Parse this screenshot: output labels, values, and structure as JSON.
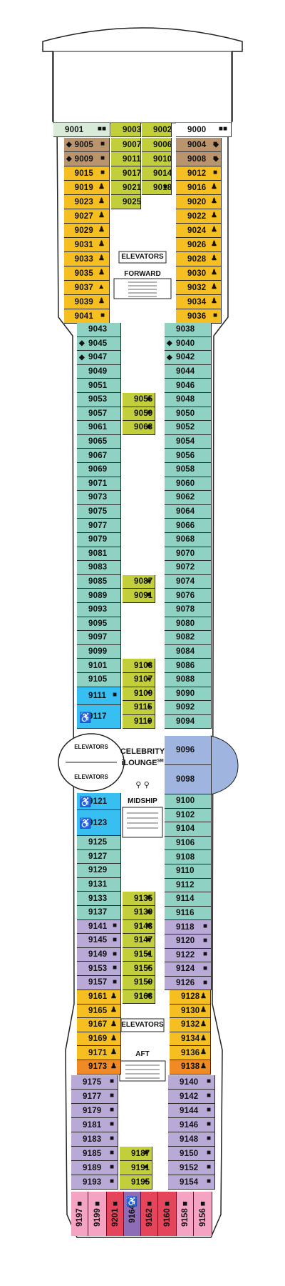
{
  "colors": {
    "teal": "#8fd2c3",
    "yellow": "#f6bf21",
    "green": "#c2cf3a",
    "brown": "#b9946c",
    "lavender": "#b8a9d6",
    "blue": "#36bff0",
    "periwinkle": "#9fb5df",
    "orange": "#ef8a25",
    "pink": "#f5a3c3",
    "red": "#e4455b",
    "purple": "#8f6db6",
    "white": "#ffffff",
    "mint": "#d7ebd8"
  },
  "labels": {
    "elevators_forward": "ELEVATORS",
    "forward": "FORWARD",
    "celebrity": "CELEBRITY",
    "ilounge": "iLOUNGE",
    "ilounge_sup": "SM",
    "elevators_mid_top": "ELEVATORS",
    "elevators_mid_bottom": "ELEVATORS",
    "midship": "MIDSHIP",
    "elevators_aft": "ELEVATORS",
    "aft": "AFT"
  },
  "cabins": {
    "top_row": [
      {
        "num": "9001",
        "color": "mint",
        "sym": "■■"
      },
      {
        "num": "9003",
        "color": "green"
      },
      {
        "num": "9002",
        "color": "green"
      },
      {
        "num": "9000",
        "color": "white",
        "sym": "■■"
      }
    ],
    "left_outer": [
      {
        "num": "9005",
        "color": "brown",
        "sym": "■",
        "diamond": true
      },
      {
        "num": "9009",
        "color": "brown",
        "sym": "■",
        "diamond": true
      },
      {
        "num": "9015",
        "color": "yellow",
        "sym": "■"
      },
      {
        "num": "9019",
        "color": "yellow",
        "sym": "♟"
      },
      {
        "num": "9023",
        "color": "yellow",
        "sym": "♟"
      },
      {
        "num": "9027",
        "color": "yellow",
        "sym": "♟"
      },
      {
        "num": "9029",
        "color": "yellow",
        "sym": "♟"
      },
      {
        "num": "9031",
        "color": "yellow",
        "sym": "♟"
      },
      {
        "num": "9033",
        "color": "yellow",
        "sym": "♟"
      },
      {
        "num": "9035",
        "color": "yellow",
        "sym": "♟"
      },
      {
        "num": "9037",
        "color": "yellow",
        "sym": "▲"
      },
      {
        "num": "9039",
        "color": "yellow",
        "sym": "♟"
      },
      {
        "num": "9041",
        "color": "yellow",
        "sym": "■"
      }
    ],
    "left_inner": [
      {
        "num": "9007",
        "color": "green"
      },
      {
        "num": "9011",
        "color": "green"
      },
      {
        "num": "9017",
        "color": "green"
      },
      {
        "num": "9021",
        "color": "green"
      },
      {
        "num": "9025",
        "color": "green"
      }
    ],
    "right_inner": [
      {
        "num": "9006",
        "color": "green"
      },
      {
        "num": "9010",
        "color": "green"
      },
      {
        "num": "9014",
        "color": "green"
      },
      {
        "num": "9018",
        "color": "green",
        "sym": "■"
      }
    ],
    "right_outer": [
      {
        "num": "9004",
        "color": "brown",
        "sym": "■",
        "diamond": true
      },
      {
        "num": "9008",
        "color": "brown",
        "sym": "■",
        "diamond": true
      },
      {
        "num": "9012",
        "color": "yellow",
        "sym": "■"
      },
      {
        "num": "9016",
        "color": "yellow",
        "sym": "♟"
      },
      {
        "num": "9020",
        "color": "yellow",
        "sym": "♟"
      },
      {
        "num": "9022",
        "color": "yellow",
        "sym": "♟"
      },
      {
        "num": "9024",
        "color": "yellow",
        "sym": "♟"
      },
      {
        "num": "9026",
        "color": "yellow",
        "sym": "♟"
      },
      {
        "num": "9028",
        "color": "yellow",
        "sym": "♟"
      },
      {
        "num": "9030",
        "color": "yellow",
        "sym": "♟"
      },
      {
        "num": "9032",
        "color": "yellow",
        "sym": "♟"
      },
      {
        "num": "9034",
        "color": "yellow",
        "sym": "♟"
      },
      {
        "num": "9036",
        "color": "yellow",
        "sym": "■"
      }
    ],
    "left_mid1": [
      {
        "num": "9043",
        "color": "teal"
      },
      {
        "num": "9045",
        "color": "teal",
        "diamond": true
      },
      {
        "num": "9047",
        "color": "teal",
        "diamond": true
      },
      {
        "num": "9049",
        "color": "teal"
      },
      {
        "num": "9051",
        "color": "teal"
      },
      {
        "num": "9053",
        "color": "teal"
      },
      {
        "num": "9057",
        "color": "teal"
      },
      {
        "num": "9061",
        "color": "teal"
      },
      {
        "num": "9065",
        "color": "teal"
      },
      {
        "num": "9067",
        "color": "teal"
      },
      {
        "num": "9069",
        "color": "teal"
      },
      {
        "num": "9071",
        "color": "teal"
      },
      {
        "num": "9073",
        "color": "teal"
      },
      {
        "num": "9075",
        "color": "teal"
      },
      {
        "num": "9077",
        "color": "teal"
      },
      {
        "num": "9079",
        "color": "teal"
      },
      {
        "num": "9081",
        "color": "teal"
      },
      {
        "num": "9083",
        "color": "teal"
      },
      {
        "num": "9085",
        "color": "teal"
      },
      {
        "num": "9089",
        "color": "teal"
      },
      {
        "num": "9093",
        "color": "teal"
      },
      {
        "num": "9095",
        "color": "teal"
      },
      {
        "num": "9097",
        "color": "teal"
      },
      {
        "num": "9099",
        "color": "teal"
      },
      {
        "num": "9101",
        "color": "teal"
      },
      {
        "num": "9105",
        "color": "teal"
      }
    ],
    "right_mid1": [
      {
        "num": "9038",
        "color": "teal"
      },
      {
        "num": "9040",
        "color": "teal",
        "diamond": true
      },
      {
        "num": "9042",
        "color": "teal",
        "diamond": true
      },
      {
        "num": "9044",
        "color": "teal"
      },
      {
        "num": "9046",
        "color": "teal"
      },
      {
        "num": "9048",
        "color": "teal"
      },
      {
        "num": "9050",
        "color": "teal"
      },
      {
        "num": "9052",
        "color": "teal"
      },
      {
        "num": "9054",
        "color": "teal"
      },
      {
        "num": "9056",
        "color": "teal"
      },
      {
        "num": "9058",
        "color": "teal"
      },
      {
        "num": "9060",
        "color": "teal"
      },
      {
        "num": "9062",
        "color": "teal"
      },
      {
        "num": "9064",
        "color": "teal"
      },
      {
        "num": "9066",
        "color": "teal"
      },
      {
        "num": "9068",
        "color": "teal"
      },
      {
        "num": "9070",
        "color": "teal"
      },
      {
        "num": "9072",
        "color": "teal"
      },
      {
        "num": "9074",
        "color": "teal"
      },
      {
        "num": "9076",
        "color": "teal"
      },
      {
        "num": "9078",
        "color": "teal"
      },
      {
        "num": "9080",
        "color": "teal"
      },
      {
        "num": "9082",
        "color": "teal"
      },
      {
        "num": "9084",
        "color": "teal"
      },
      {
        "num": "9086",
        "color": "teal"
      },
      {
        "num": "9088",
        "color": "teal"
      },
      {
        "num": "9090",
        "color": "teal"
      },
      {
        "num": "9092",
        "color": "teal"
      },
      {
        "num": "9094",
        "color": "teal"
      }
    ],
    "center_mid1": [
      {
        "num": "9055",
        "color": "green",
        "sym": "■",
        "row": 5
      },
      {
        "num": "9059",
        "color": "green",
        "sym": "■",
        "row": 6
      },
      {
        "num": "9063",
        "color": "green",
        "sym": "■",
        "row": 7
      },
      {
        "num": "9087",
        "color": "green",
        "sym": "■",
        "row": 18
      },
      {
        "num": "9091",
        "color": "green",
        "sym": "■",
        "row": 19
      },
      {
        "num": "9103",
        "color": "green",
        "sym": "■",
        "row": 24
      },
      {
        "num": "9107",
        "color": "green",
        "sym": "●",
        "row": 25
      },
      {
        "num": "9109",
        "color": "green",
        "sym": "●",
        "row": 26
      },
      {
        "num": "9115",
        "color": "green",
        "sym": "●",
        "row": 27
      },
      {
        "num": "9119",
        "color": "green",
        "sym": "●",
        "row": 28
      }
    ],
    "blue_fwd": [
      {
        "num": "9111",
        "sym": "■"
      },
      {
        "num": "9117",
        "access": true
      }
    ],
    "blue_aft": [
      {
        "num": "9121",
        "access": true
      },
      {
        "num": "9123",
        "access": true
      }
    ],
    "right_mid2": [
      {
        "num": "9096",
        "color": "periwinkle"
      },
      {
        "num": "9098",
        "color": "periwinkle"
      }
    ],
    "left_mid2": [
      {
        "num": "9125",
        "color": "teal"
      },
      {
        "num": "9127",
        "color": "teal"
      },
      {
        "num": "9129",
        "color": "teal"
      },
      {
        "num": "9131",
        "color": "teal"
      },
      {
        "num": "9133",
        "color": "teal"
      },
      {
        "num": "9137",
        "color": "teal"
      },
      {
        "num": "9141",
        "color": "lavender",
        "sym": "■"
      },
      {
        "num": "9145",
        "color": "lavender",
        "sym": "■"
      },
      {
        "num": "9149",
        "color": "lavender",
        "sym": "■"
      },
      {
        "num": "9153",
        "color": "lavender",
        "sym": "■"
      },
      {
        "num": "9157",
        "color": "lavender",
        "sym": "■"
      }
    ],
    "right_mid3": [
      {
        "num": "9100",
        "color": "teal"
      },
      {
        "num": "9102",
        "color": "teal"
      },
      {
        "num": "9104",
        "color": "teal"
      },
      {
        "num": "9106",
        "color": "teal"
      },
      {
        "num": "9108",
        "color": "teal"
      },
      {
        "num": "9110",
        "color": "teal"
      },
      {
        "num": "9112",
        "color": "teal"
      },
      {
        "num": "9114",
        "color": "teal"
      },
      {
        "num": "9116",
        "color": "teal"
      },
      {
        "num": "9118",
        "color": "lavender",
        "sym": "■"
      },
      {
        "num": "9120",
        "color": "lavender",
        "sym": "■"
      },
      {
        "num": "9122",
        "color": "lavender",
        "sym": "■"
      },
      {
        "num": "9124",
        "color": "lavender",
        "sym": "■"
      },
      {
        "num": "9126",
        "color": "lavender",
        "sym": "■"
      }
    ],
    "center_mid2": [
      {
        "num": "9135",
        "color": "green",
        "sym": "■"
      },
      {
        "num": "9139",
        "color": "green",
        "sym": "■"
      },
      {
        "num": "9143",
        "color": "green",
        "sym": "■"
      },
      {
        "num": "9147",
        "color": "green",
        "sym": "■"
      },
      {
        "num": "9151",
        "color": "green",
        "sym": "●"
      },
      {
        "num": "9155",
        "color": "green",
        "sym": "●"
      },
      {
        "num": "9159",
        "color": "green",
        "sym": "●"
      },
      {
        "num": "9163",
        "color": "green",
        "sym": "■"
      }
    ],
    "left_aft_yellow": [
      {
        "num": "9161",
        "color": "yellow",
        "sym": "♟"
      },
      {
        "num": "9165",
        "color": "yellow",
        "sym": "♟"
      },
      {
        "num": "9167",
        "color": "yellow",
        "sym": "♟"
      },
      {
        "num": "9169",
        "color": "yellow",
        "sym": "♟"
      },
      {
        "num": "9171",
        "color": "yellow",
        "sym": "♟"
      },
      {
        "num": "9173",
        "color": "orange",
        "sym": "♟"
      }
    ],
    "right_aft_yellow": [
      {
        "num": "9128",
        "color": "yellow",
        "sym": "♟"
      },
      {
        "num": "9130",
        "color": "yellow",
        "sym": "♟"
      },
      {
        "num": "9132",
        "color": "yellow",
        "sym": "♟"
      },
      {
        "num": "9134",
        "color": "yellow",
        "sym": "♟"
      },
      {
        "num": "9136",
        "color": "yellow",
        "sym": "♟"
      },
      {
        "num": "9138",
        "color": "orange",
        "sym": "♟"
      }
    ],
    "left_aft_lav": [
      {
        "num": "9175",
        "color": "lavender",
        "sym": "■"
      },
      {
        "num": "9177",
        "color": "lavender",
        "sym": "■"
      },
      {
        "num": "9179",
        "color": "lavender",
        "sym": "■"
      },
      {
        "num": "9181",
        "color": "lavender",
        "sym": "■"
      },
      {
        "num": "9183",
        "color": "lavender",
        "sym": "■"
      },
      {
        "num": "9185",
        "color": "lavender",
        "sym": "■"
      },
      {
        "num": "9189",
        "color": "lavender",
        "sym": "■"
      },
      {
        "num": "9193",
        "color": "lavender",
        "sym": "■"
      }
    ],
    "right_aft_lav": [
      {
        "num": "9140",
        "color": "lavender",
        "sym": "■"
      },
      {
        "num": "9142",
        "color": "lavender",
        "sym": "■"
      },
      {
        "num": "9144",
        "color": "lavender",
        "sym": "■"
      },
      {
        "num": "9146",
        "color": "lavender",
        "sym": "■"
      },
      {
        "num": "9148",
        "color": "lavender",
        "sym": "■"
      },
      {
        "num": "9150",
        "color": "lavender",
        "sym": "■"
      },
      {
        "num": "9152",
        "color": "lavender",
        "sym": "■"
      },
      {
        "num": "9154",
        "color": "lavender",
        "sym": "■"
      }
    ],
    "center_aft": [
      {
        "num": "9187",
        "color": "green",
        "sym": "■"
      },
      {
        "num": "9191",
        "color": "green",
        "sym": "●"
      },
      {
        "num": "9195",
        "color": "green",
        "sym": "●"
      }
    ],
    "stern": [
      {
        "num": "9197",
        "color": "pink",
        "sym": "■"
      },
      {
        "num": "9199",
        "color": "pink",
        "sym": "■"
      },
      {
        "num": "9201",
        "color": "red",
        "sym": "■"
      },
      {
        "num": "9164",
        "color": "purple",
        "access": true
      },
      {
        "num": "9162",
        "color": "red",
        "sym": "■"
      },
      {
        "num": "9160",
        "color": "red",
        "sym": "■"
      },
      {
        "num": "9158",
        "color": "pink",
        "sym": "■"
      },
      {
        "num": "9156",
        "color": "pink",
        "sym": "■"
      }
    ]
  }
}
